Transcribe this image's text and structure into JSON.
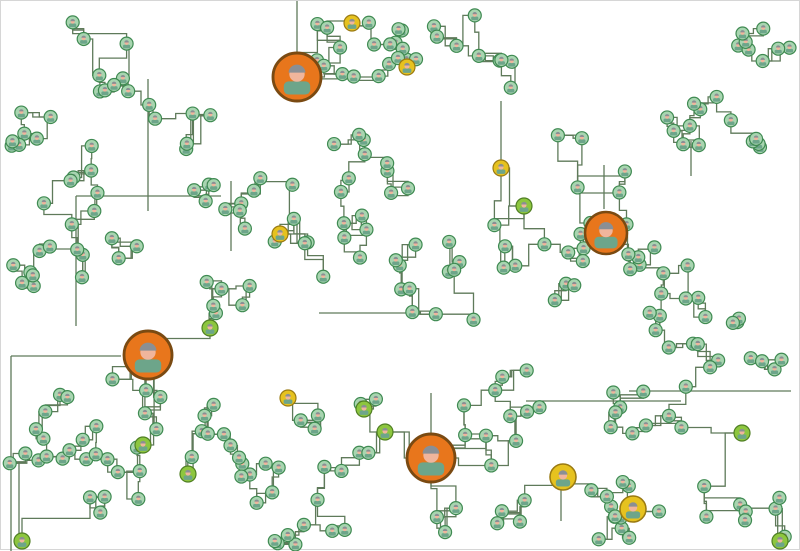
{
  "diagram": {
    "type": "network-graph",
    "colors": {
      "background": "#ffffff",
      "border": "#d6d6d6",
      "edge": "#5f7a5a",
      "node_ring": "#3f8a52",
      "node_fill": "#a8d5b0",
      "highlight_orange": "#e8761c",
      "highlight_yellow": "#e6c21f",
      "highlight_lime": "#8dc63f",
      "avatar_skin": "#f0b59c",
      "avatar_hair": "#8a8f94",
      "avatar_shirt": "#6da58a"
    },
    "node_kinds": [
      "person-node",
      "hub-person-node",
      "yellow-person-node",
      "lime-person-node"
    ],
    "hub_count": 4,
    "icon": "person-avatar-icon"
  }
}
